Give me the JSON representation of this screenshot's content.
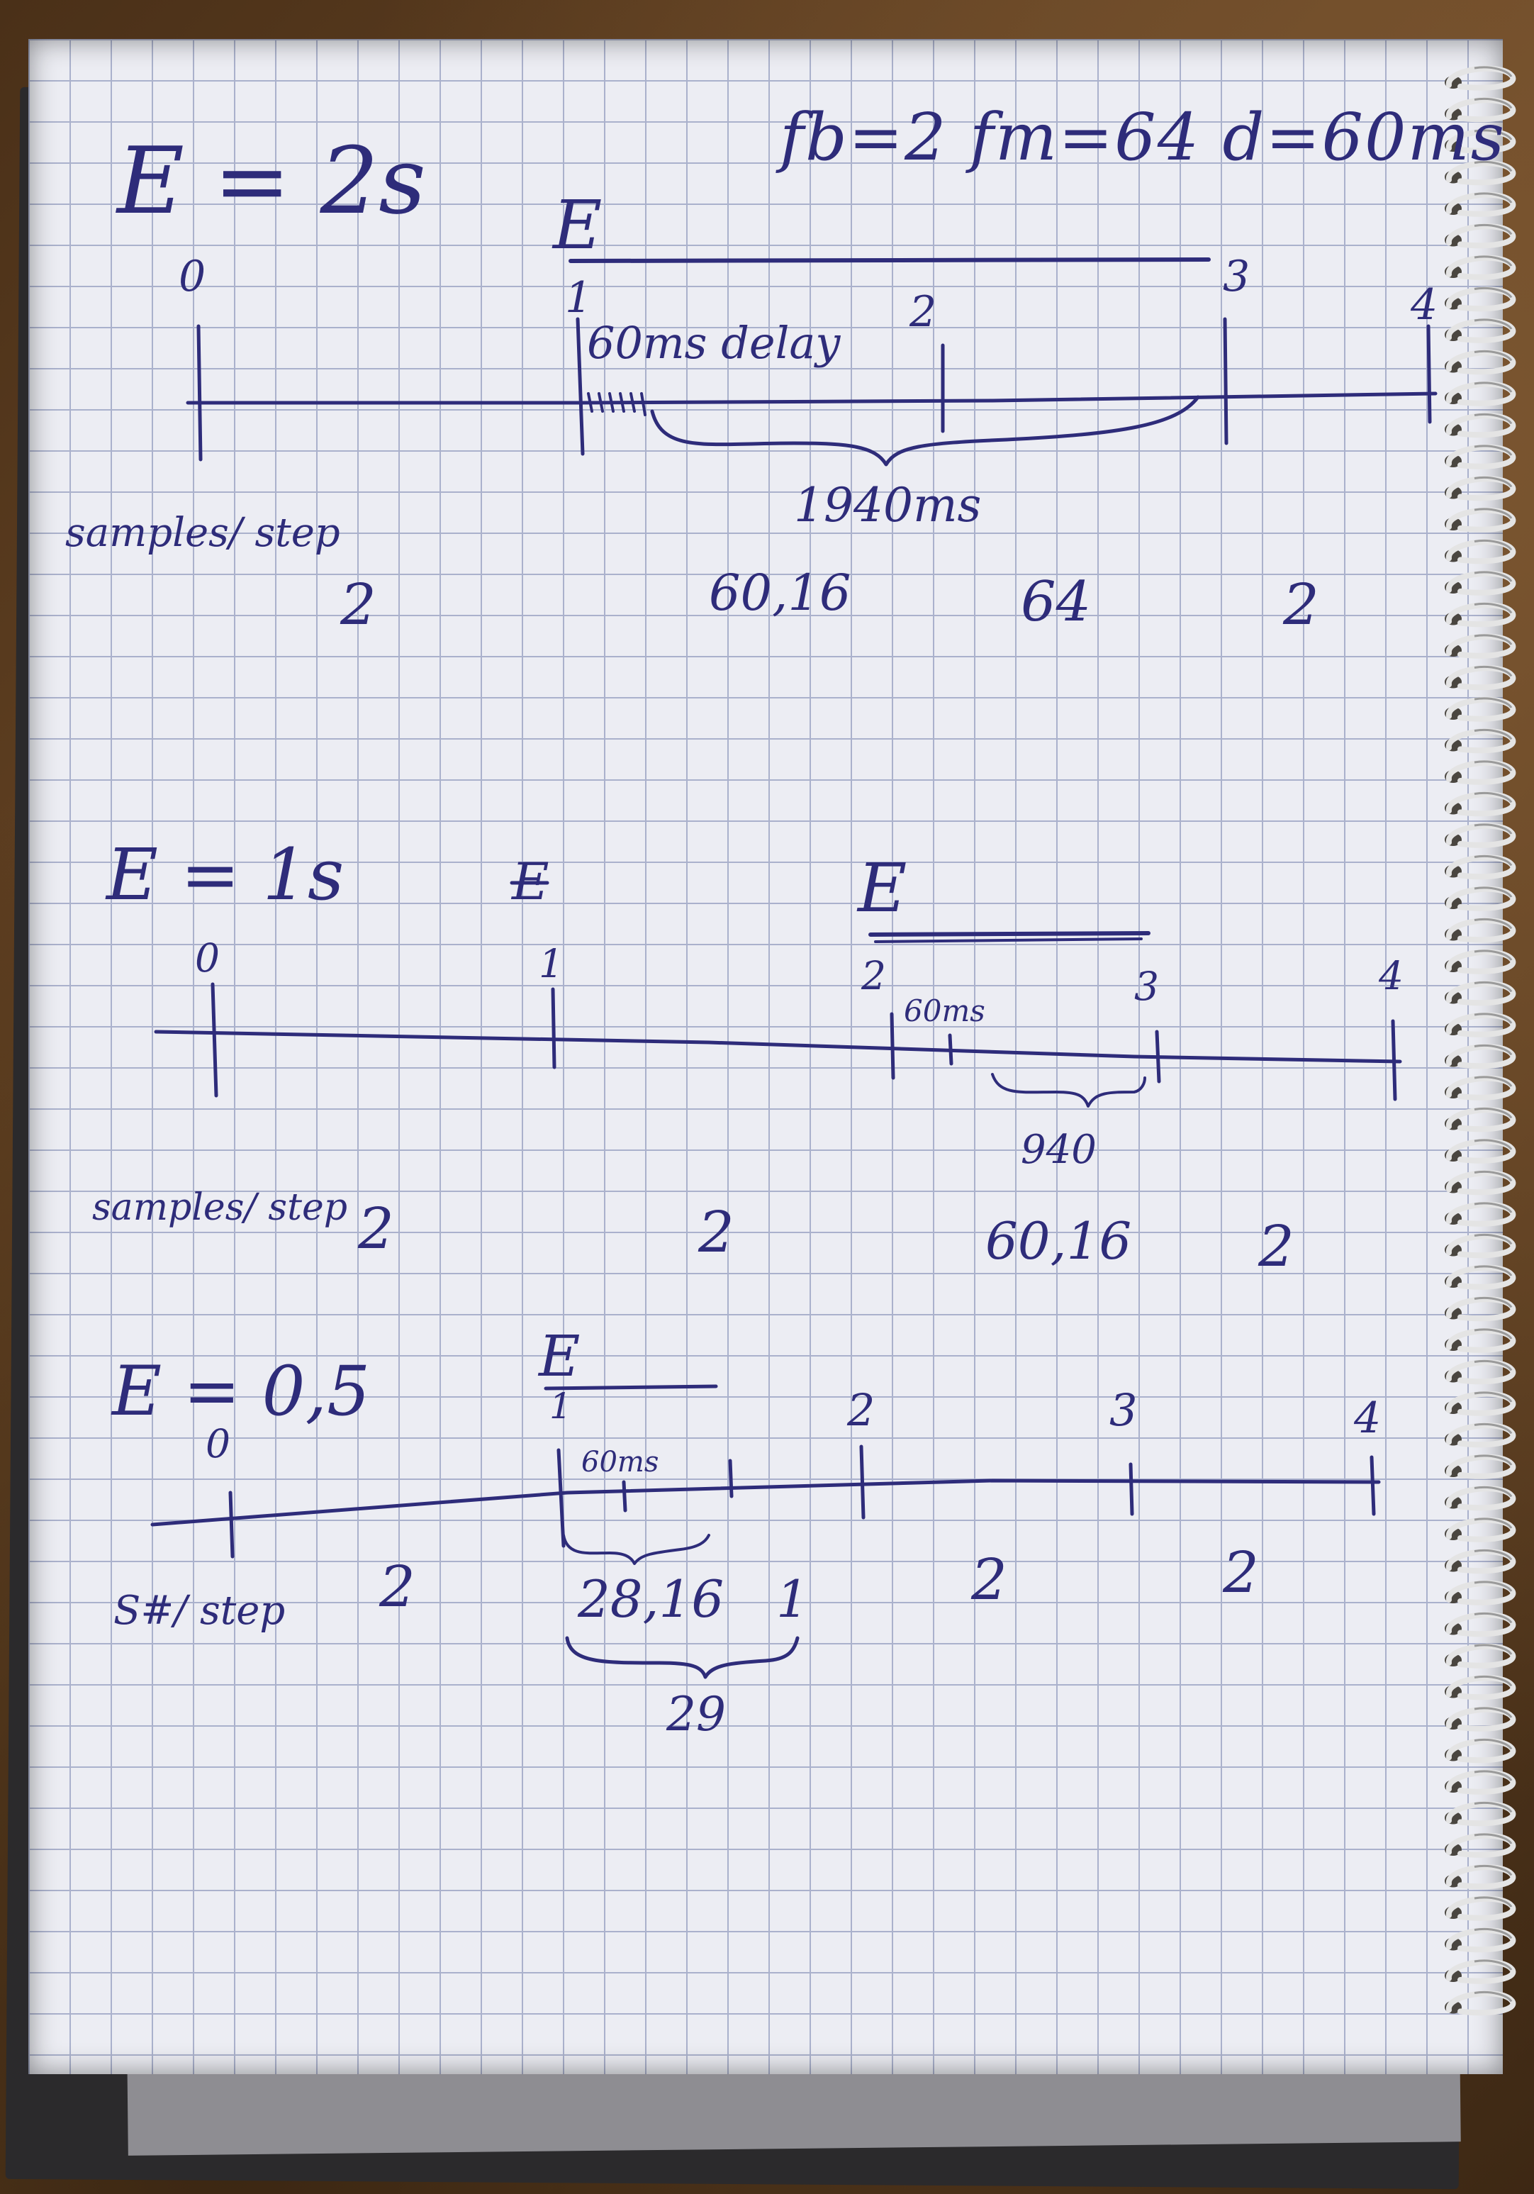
{
  "header": {
    "params": "fb=2  fm=64  d=60ms"
  },
  "diagrams": [
    {
      "title": "E = 2s",
      "e_marker": "E",
      "ticks": [
        "0",
        "1",
        "2",
        "3",
        "4"
      ],
      "delay_note": "60ms delay",
      "duration_note": "1940ms",
      "row_label": "samples/ step",
      "row_values": [
        "2",
        "60,16",
        "64",
        "2"
      ]
    },
    {
      "title": "E = 1s",
      "e_marker_crossed": "E",
      "e_marker": "E",
      "ticks": [
        "0",
        "1",
        "2",
        "3",
        "4"
      ],
      "delay_note": "60ms",
      "duration_note": "940",
      "row_label": "samples/ step",
      "row_values": [
        "2",
        "2",
        "60,16",
        "2"
      ]
    },
    {
      "title": "E = 0,5",
      "e_marker": "E",
      "ticks": [
        "0",
        "1",
        "2",
        "3",
        "4"
      ],
      "delay_note": "60ms",
      "row_label": "S#/ step",
      "row_values": [
        "2",
        "28,16",
        "1",
        "2",
        "2"
      ],
      "sum_note": "29"
    }
  ]
}
